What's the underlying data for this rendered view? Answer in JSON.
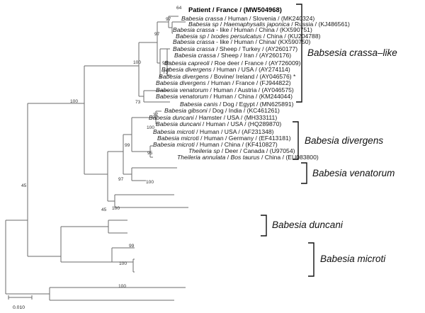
{
  "leaves": [
    {
      "parts": [
        {
          "t": "Patient / France / (MW504968)",
          "i": false
        }
      ],
      "bold": true
    },
    {
      "parts": [
        {
          "t": "Babesia crassa",
          "i": true
        },
        {
          "t": " / Human / Slovenia / (MK240324)",
          "i": false
        }
      ]
    },
    {
      "parts": [
        {
          "t": "Babesia sp",
          "i": true
        },
        {
          "t": " / ",
          "i": false
        },
        {
          "t": "Haemaphysalis japonica",
          "i": true
        },
        {
          "t": " / Russia / (KJ486561)",
          "i": false
        }
      ]
    },
    {
      "parts": [
        {
          "t": "Babesia crassa",
          "i": true
        },
        {
          "t": " - like / Human / China / (KX590751)",
          "i": false
        }
      ]
    },
    {
      "parts": [
        {
          "t": "Babesia sp",
          "i": true
        },
        {
          "t": " / ",
          "i": false
        },
        {
          "t": "Ixodes persulcatus",
          "i": true
        },
        {
          "t": " / China / (KU204788)",
          "i": false
        }
      ]
    },
    {
      "parts": [
        {
          "t": "Babesia crassa",
          "i": true
        },
        {
          "t": " - like / Human / China/ (KX590750)",
          "i": false
        }
      ]
    },
    {
      "parts": [
        {
          "t": "Babesia crassa",
          "i": true
        },
        {
          "t": " / Sheep / Turkey / (AY260177)",
          "i": false
        }
      ]
    },
    {
      "parts": [
        {
          "t": "Babesia crassa",
          "i": true
        },
        {
          "t": " / Sheep / Iran / (AY260176)",
          "i": false
        }
      ]
    },
    {
      "parts": [
        {
          "t": "Babesia capreoli",
          "i": true
        },
        {
          "t": " / Roe deer / France / (AY726009)",
          "i": false
        }
      ]
    },
    {
      "parts": [
        {
          "t": "Babesia divergens",
          "i": true
        },
        {
          "t": " / Human / USA / (AY274114)",
          "i": false
        }
      ]
    },
    {
      "parts": [
        {
          "t": "Babesia divergens",
          "i": true
        },
        {
          "t": " / Bovine/ Ireland / (AY046576) *",
          "i": false
        }
      ]
    },
    {
      "parts": [
        {
          "t": "Babesia divergens",
          "i": true
        },
        {
          "t": " / Human / France / (FJ944822)",
          "i": false
        }
      ]
    },
    {
      "parts": [
        {
          "t": "Babesia venatorum",
          "i": true
        },
        {
          "t": " / Human / Austria / (AY046575)",
          "i": false
        }
      ]
    },
    {
      "parts": [
        {
          "t": "Babesia venatorum",
          "i": true
        },
        {
          "t": " / Human / China / (KM244044)",
          "i": false
        }
      ]
    },
    {
      "parts": [
        {
          "t": "Babesia canis",
          "i": true
        },
        {
          "t": " / Dog / Egypt / (MN625891)",
          "i": false
        }
      ]
    },
    {
      "parts": [
        {
          "t": "Babesia gibsoni",
          "i": true
        },
        {
          "t": " / Dog / India / (KC461261)",
          "i": false
        }
      ]
    },
    {
      "parts": [
        {
          "t": "Babesia duncani",
          "i": true
        },
        {
          "t": " / Hamster / USA / (MH333111)",
          "i": false
        }
      ]
    },
    {
      "parts": [
        {
          "t": "Babesia duncani",
          "i": true
        },
        {
          "t": " / Human / USA / (HQ289870)",
          "i": false
        }
      ]
    },
    {
      "parts": [
        {
          "t": "Babesia microti",
          "i": true
        },
        {
          "t": " / Human / USA / (AF231348)",
          "i": false
        }
      ]
    },
    {
      "parts": [
        {
          "t": "Babesia microti",
          "i": true
        },
        {
          "t": " / Human / Germany / (EF413181)",
          "i": false
        }
      ]
    },
    {
      "parts": [
        {
          "t": "Babesia microti",
          "i": true
        },
        {
          "t": " / Human / China / (KF410827)",
          "i": false
        }
      ]
    },
    {
      "parts": [
        {
          "t": "Theileria sp",
          "i": true
        },
        {
          "t": " / Deer / Canada / (U97054)",
          "i": false
        }
      ]
    },
    {
      "parts": [
        {
          "t": "Theileria annulata",
          "i": true
        },
        {
          "t": " / ",
          "i": false
        },
        {
          "t": "Bos taurus",
          "i": true
        },
        {
          "t": " / China / (EU083800)",
          "i": false
        }
      ]
    }
  ],
  "bootstrap": [
    "64",
    "97",
    "97",
    "96",
    "73",
    "100",
    "73",
    "100",
    "37",
    "100",
    "99",
    "95",
    "97",
    "100",
    "45",
    "100",
    "45",
    "99",
    "100",
    "100"
  ],
  "clades": [
    "Babsesia crassa–like",
    "Babesia divergens",
    "Babesia venatorum",
    "Babesia duncani",
    "Babesia microti"
  ],
  "scale_label": "0.010"
}
